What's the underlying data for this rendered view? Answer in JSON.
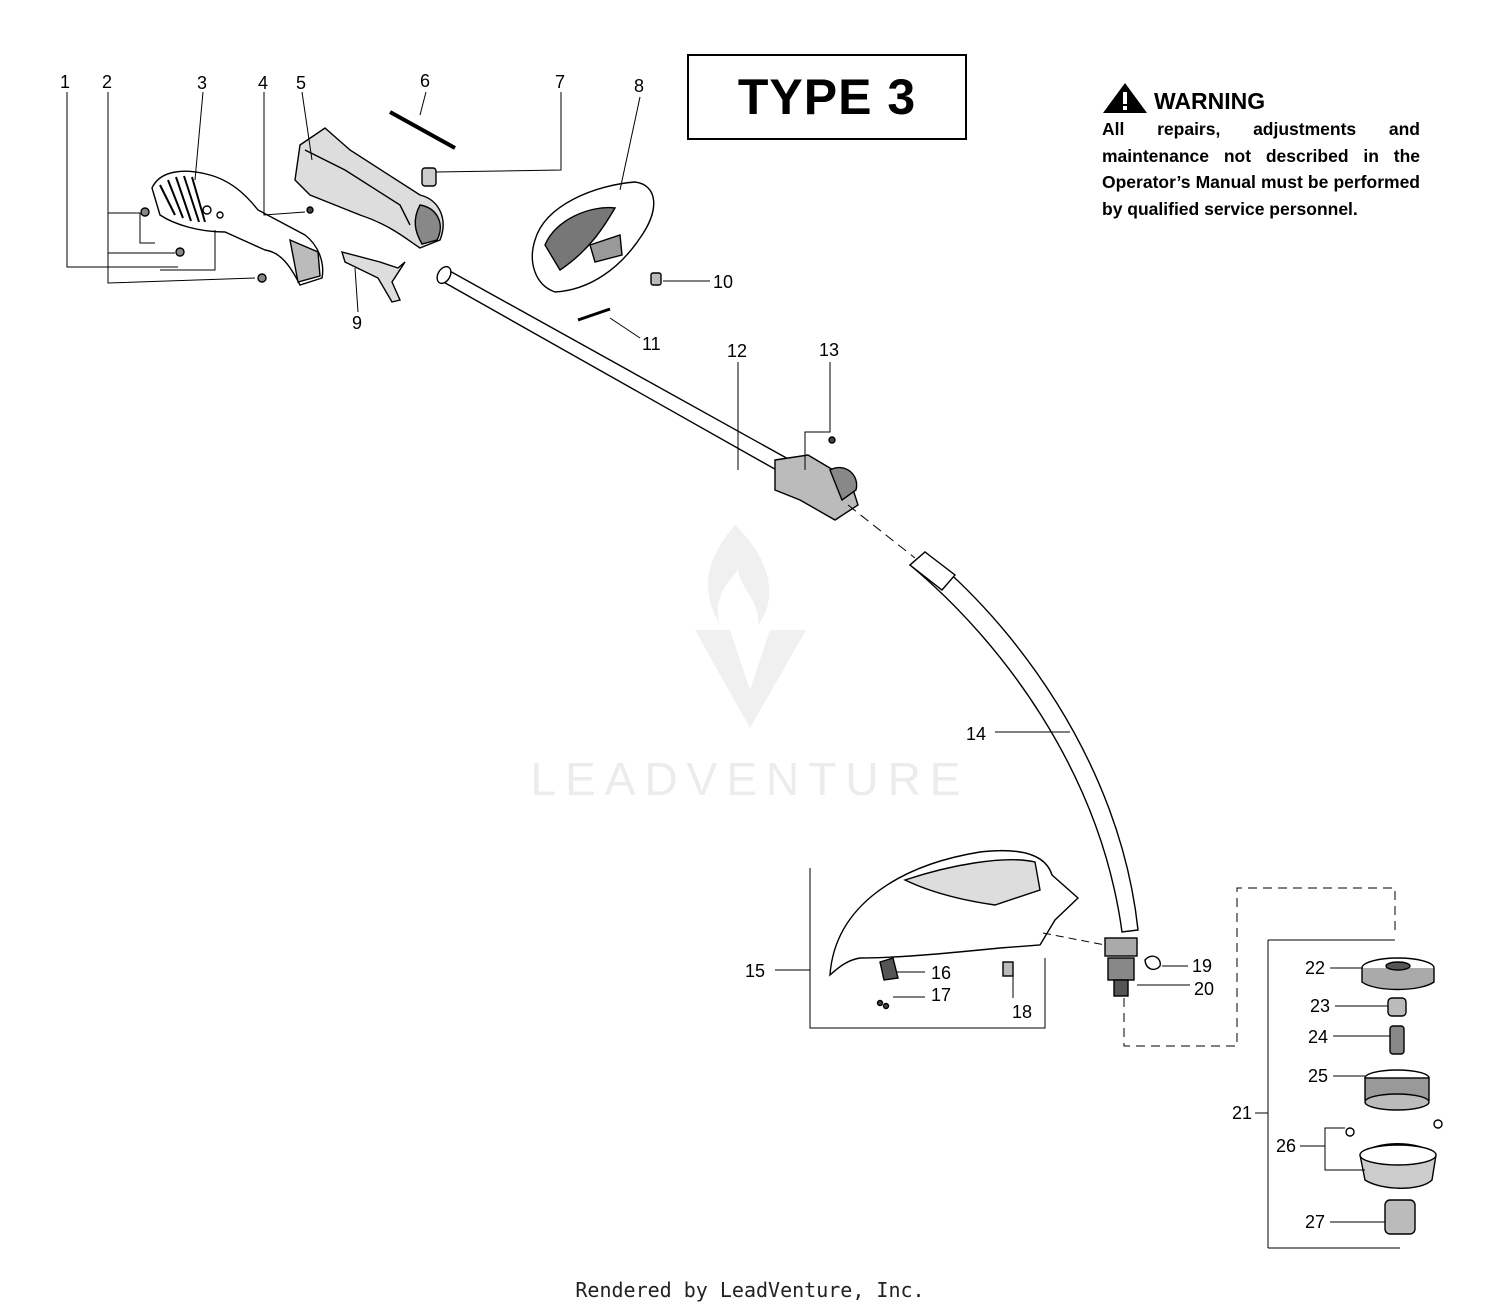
{
  "type_label": "TYPE 3",
  "warning": {
    "title": "WARNING",
    "text": "All repairs, adjustments and maintenance not described in the Operator’s Manual must be performed by qualified service personnel."
  },
  "callouts": [
    "1",
    "2",
    "3",
    "4",
    "5",
    "6",
    "7",
    "8",
    "9",
    "10",
    "11",
    "12",
    "13",
    "14",
    "15",
    "16",
    "17",
    "18",
    "19",
    "20",
    "21",
    "22",
    "23",
    "24",
    "25",
    "26",
    "27"
  ],
  "watermark": "LEADVENTURE",
  "footer": "Rendered by LeadVenture, Inc.",
  "icons": {
    "warning": "warning-triangle-icon",
    "watermark_logo": "leadventure-flame-logo"
  }
}
